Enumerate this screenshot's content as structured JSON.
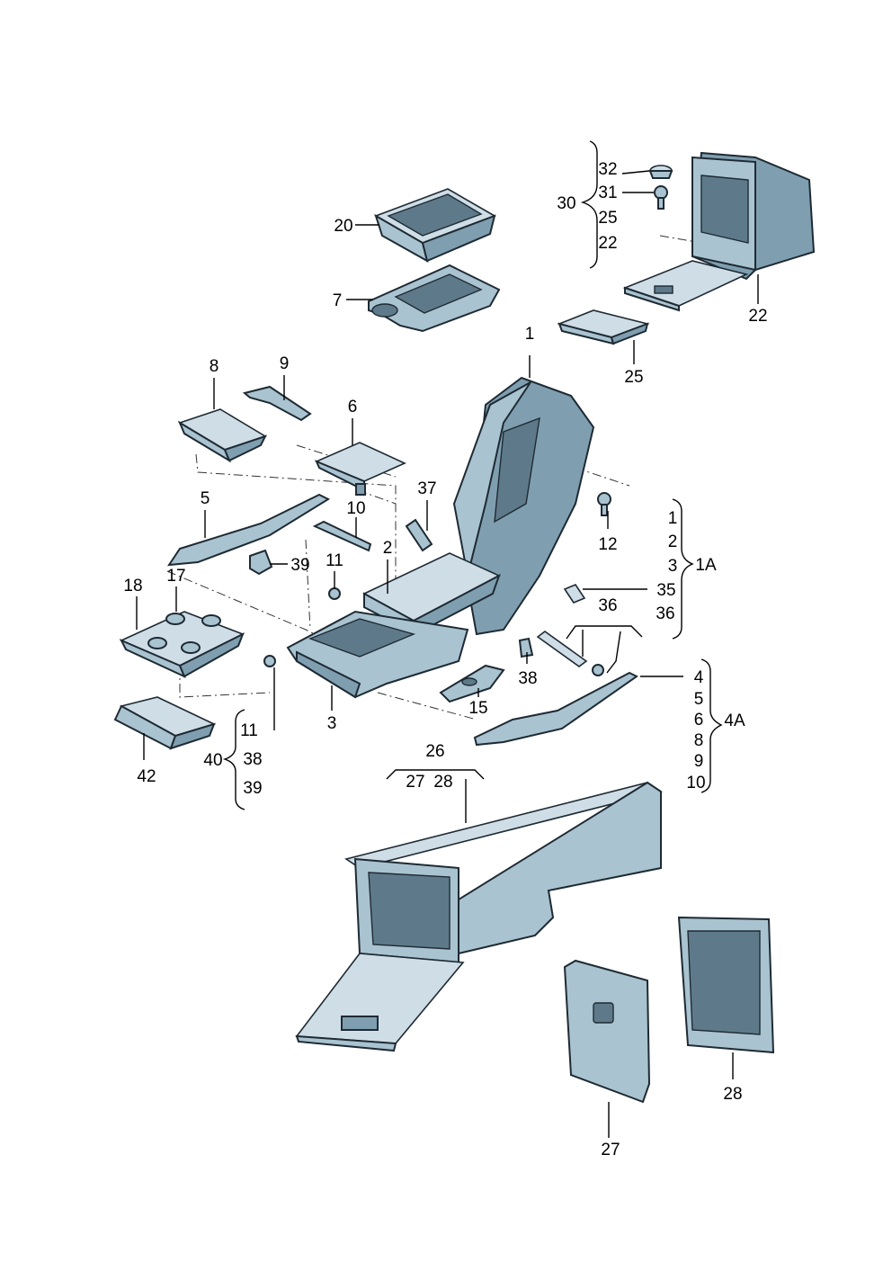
{
  "diagram": {
    "callouts": {
      "c1": "1",
      "c2": "2",
      "c3": "3",
      "c4": "4",
      "c5": "5",
      "c6": "6",
      "c7": "7",
      "c8": "8",
      "c9": "9",
      "c10": "10",
      "c11a": "11",
      "c11b": "11",
      "c12": "12",
      "c15": "15",
      "c17": "17",
      "c18": "18",
      "c20": "20",
      "c22": "22",
      "c25": "25",
      "c26": "26",
      "c27": "27",
      "c28": "28",
      "c35": "35",
      "c36": "36",
      "c37": "37",
      "c38": "38",
      "c39": "39",
      "c42": "42"
    },
    "group_30": {
      "label": "30",
      "items": [
        "32",
        "31",
        "25",
        "22"
      ]
    },
    "group_1A": {
      "label": "1A",
      "items": [
        "1",
        "2",
        "3",
        "35",
        "36"
      ]
    },
    "group_4A": {
      "label": "4A",
      "items": [
        "4",
        "5",
        "6",
        "8",
        "9",
        "10"
      ]
    },
    "group_40": {
      "label": "40",
      "items": [
        "11",
        "38",
        "39"
      ]
    },
    "group_26": {
      "items": [
        "27",
        "28"
      ]
    }
  }
}
